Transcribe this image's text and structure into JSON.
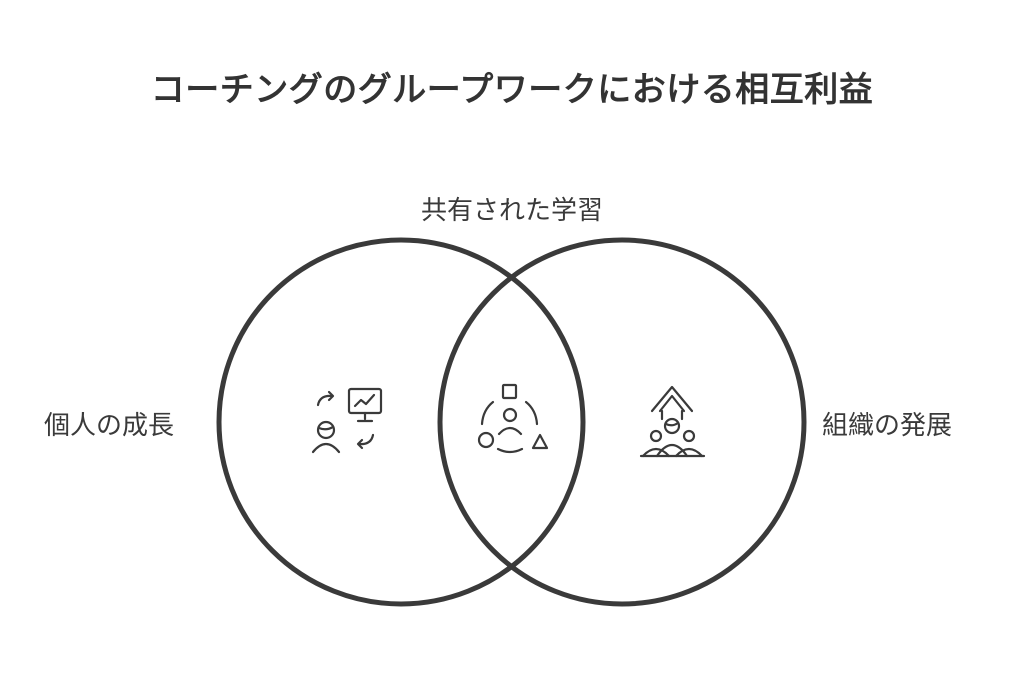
{
  "title": "コーチングのグループワークにおける相互利益",
  "labels": {
    "shared": "共有された学習",
    "individual": "個人の成長",
    "organization": "組織の発展"
  },
  "icons": {
    "left": "personal-growth-icon",
    "center": "shared-learning-icon",
    "right": "organization-growth-icon"
  },
  "colors": {
    "stroke": "#3a3a3a",
    "background": "#ffffff"
  }
}
